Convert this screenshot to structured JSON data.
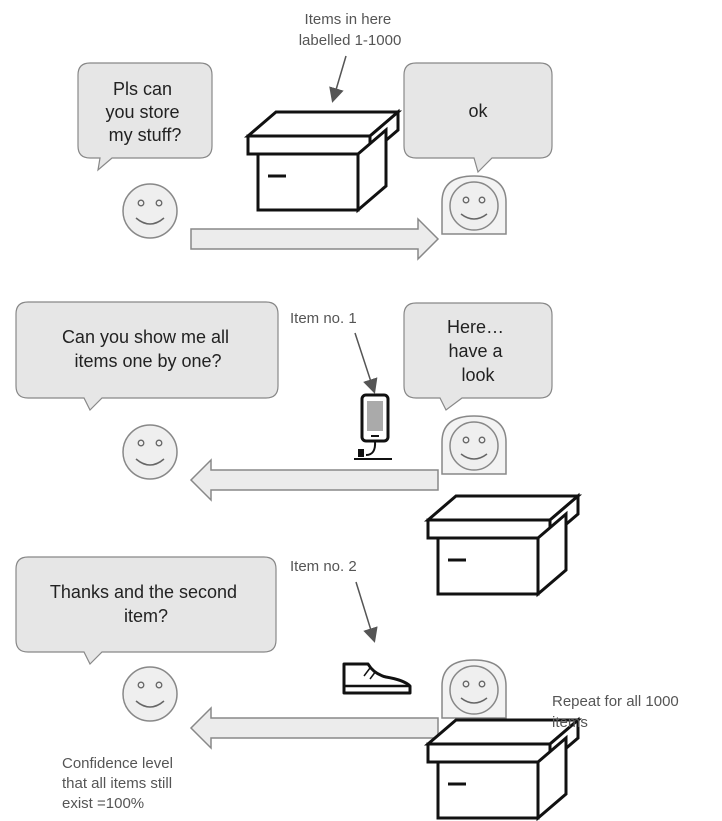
{
  "top_note": [
    "Items in here",
    "labelled 1-1000"
  ],
  "panel1": {
    "left_speech": [
      "Pls can",
      "you store",
      "my stuff?"
    ],
    "right_speech": [
      "ok"
    ]
  },
  "panel2": {
    "left_speech": [
      "Can you show me all",
      "items one by one?"
    ],
    "right_speech": [
      "Here…",
      "have a",
      "look"
    ],
    "item_note": "Item no. 1"
  },
  "panel3": {
    "left_speech": [
      "Thanks and the second",
      "item?"
    ],
    "item_note": "Item no. 2",
    "repeat_note": [
      "Repeat for all 1000",
      "items"
    ],
    "confidence_note": [
      "Confidence level",
      "that all items still",
      "exist =100%"
    ]
  }
}
